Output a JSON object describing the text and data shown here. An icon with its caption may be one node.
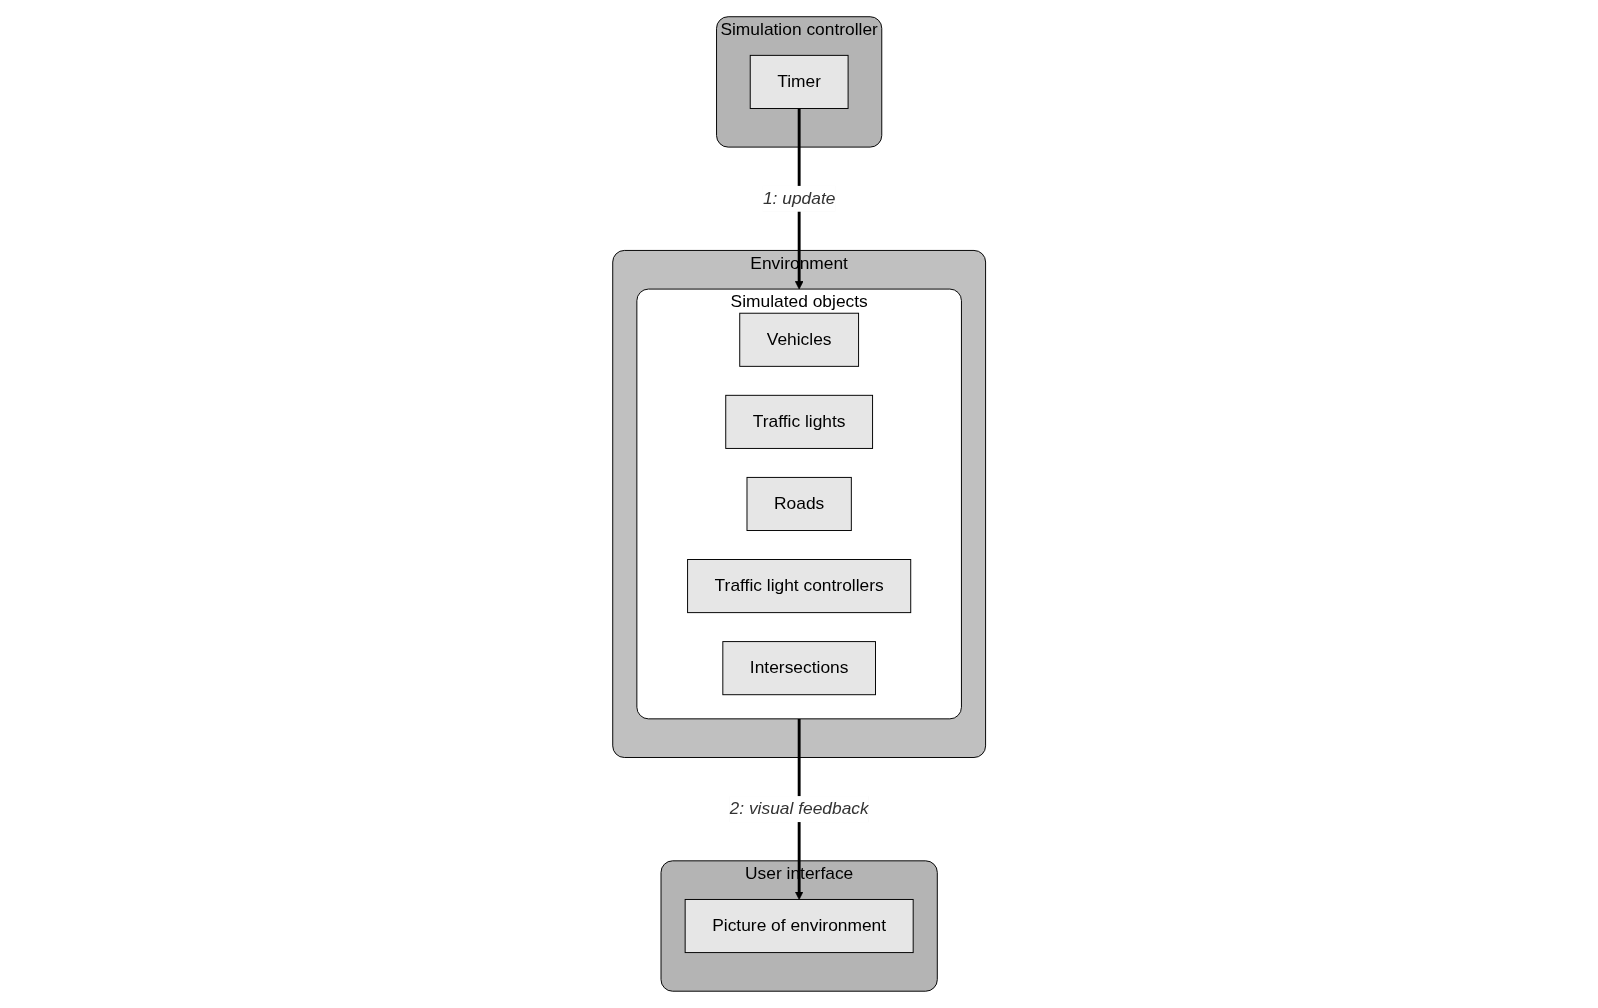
{
  "diagram": {
    "nodes": [
      {
        "text": [
          "Simulation controller"
        ]
      },
      {
        "text": [
          "Timer"
        ],
        "in": 0
      },
      {
        "text": [
          "Environment"
        ]
      },
      {
        "text": [
          "Simulated objects"
        ],
        "in": 2
      },
      {
        "text": [
          "Vehicles"
        ],
        "in": 3
      },
      {
        "text": [
          "Traffic lights"
        ],
        "in": 3
      },
      {
        "text": [
          "Roads"
        ],
        "in": 3
      },
      {
        "text": [
          "Traffic light controllers"
        ],
        "in": 3
      },
      {
        "text": [
          "Intersections"
        ],
        "in": 3
      },
      {
        "text": [
          "User interface"
        ]
      },
      {
        "text": [
          "Picture of environment"
        ],
        "in": 9
      }
    ],
    "edges": [
      {
        "from": 1,
        "to": 3,
        "arrow": "to",
        "label": "1: update"
      },
      {
        "from": 3,
        "to": 10,
        "arrow": "to",
        "label": "2: visual feedback"
      }
    ]
  }
}
